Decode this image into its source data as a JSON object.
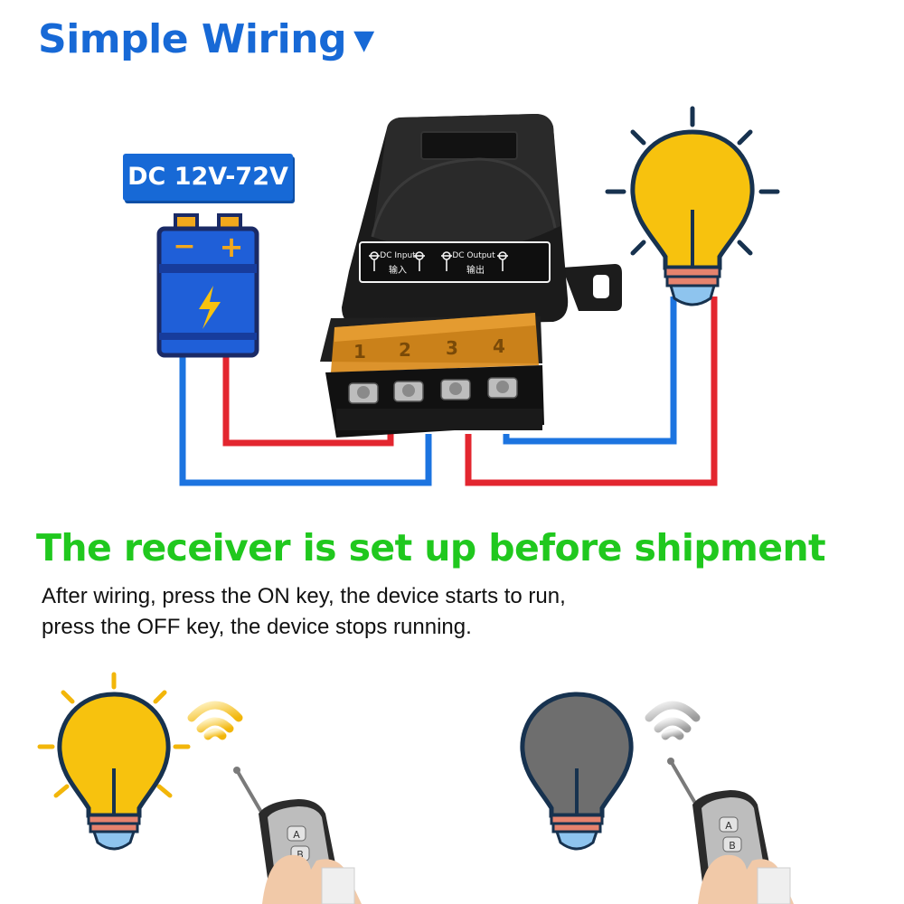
{
  "header": {
    "title": "Simple Wiring",
    "arrow_glyph": "▼"
  },
  "battery": {
    "voltage_label": "DC 12V-72V",
    "minus_glyph": "−",
    "plus_glyph": "+"
  },
  "receiver": {
    "input_label_en": "DC Input",
    "input_label_cn": "输入",
    "output_label_en": "DC Output",
    "output_label_cn": "输出",
    "terminals": [
      "1",
      "2",
      "3",
      "4"
    ]
  },
  "section": {
    "headline": "The receiver is set up before shipment",
    "description_line1": "After wiring,  press the ON key, the device starts to run,",
    "description_line2": "press the OFF key, the device stops running."
  },
  "remote": {
    "button_labels": [
      "A",
      "B"
    ]
  },
  "colors": {
    "title_blue": "#1769d6",
    "headline_green": "#20c81e",
    "wire_red": "#e3262f",
    "wire_blue": "#1c74e0",
    "bulb_on": "#f7c20e",
    "bulb_off": "#6e6e6e",
    "battery_blue": "#1f5fd8",
    "terminal_orange": "#d98a1a"
  }
}
